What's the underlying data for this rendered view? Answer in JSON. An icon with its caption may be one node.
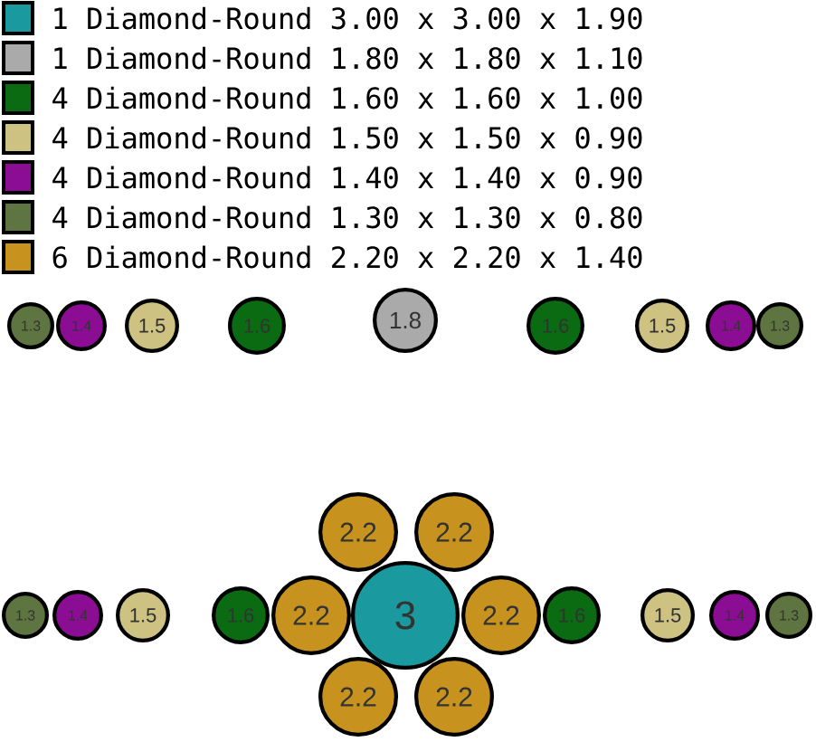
{
  "diagram": {
    "nodes": [
      {
        "text": [
          "1.3"
        ]
      },
      {
        "text": [
          "1.4"
        ]
      },
      {
        "text": [
          "1.5"
        ]
      },
      {
        "text": [
          "1.6"
        ]
      },
      {
        "text": [
          "1.8"
        ]
      },
      {
        "text": [
          "1.6"
        ]
      },
      {
        "text": [
          "1.5"
        ]
      },
      {
        "text": [
          "1.4"
        ]
      },
      {
        "text": [
          "1.3"
        ]
      },
      {
        "text": [
          "2.2"
        ]
      },
      {
        "text": [
          "2.2"
        ]
      },
      {
        "text": [
          "1.3"
        ]
      },
      {
        "text": [
          "1.4"
        ]
      },
      {
        "text": [
          "1.5"
        ]
      },
      {
        "text": [
          "1.6"
        ]
      },
      {
        "text": [
          "2.2"
        ]
      },
      {
        "text": [
          "3"
        ]
      },
      {
        "text": [
          "2.2"
        ]
      },
      {
        "text": [
          "1.6"
        ]
      },
      {
        "text": [
          "1.5"
        ]
      },
      {
        "text": [
          "1.4"
        ]
      },
      {
        "text": [
          "1.3"
        ]
      },
      {
        "text": [
          "2.2"
        ]
      },
      {
        "text": [
          "2.2"
        ]
      }
    ],
    "legend": [
      {
        "text": "1 Diamond-Round 3.00 x 3.00 x 1.90",
        "color": "#1a9a9e"
      },
      {
        "text": "1 Diamond-Round 1.80 x 1.80 x 1.10",
        "color": "#aaaaaa"
      },
      {
        "text": "4 Diamond-Round 1.60 x 1.60 x 1.00",
        "color": "#0a6b12"
      },
      {
        "text": "4 Diamond-Round 1.50 x 1.50 x 0.90",
        "color": "#cdc282"
      },
      {
        "text": "4 Diamond-Round 1.40 x 1.40 x 0.90",
        "color": "#8b0d93"
      },
      {
        "text": "4 Diamond-Round 1.30 x 1.30 x 0.80",
        "color": "#5e7541"
      },
      {
        "text": "6 Diamond-Round 2.20 x 2.20 x 1.40",
        "color": "#c8921e"
      }
    ]
  }
}
